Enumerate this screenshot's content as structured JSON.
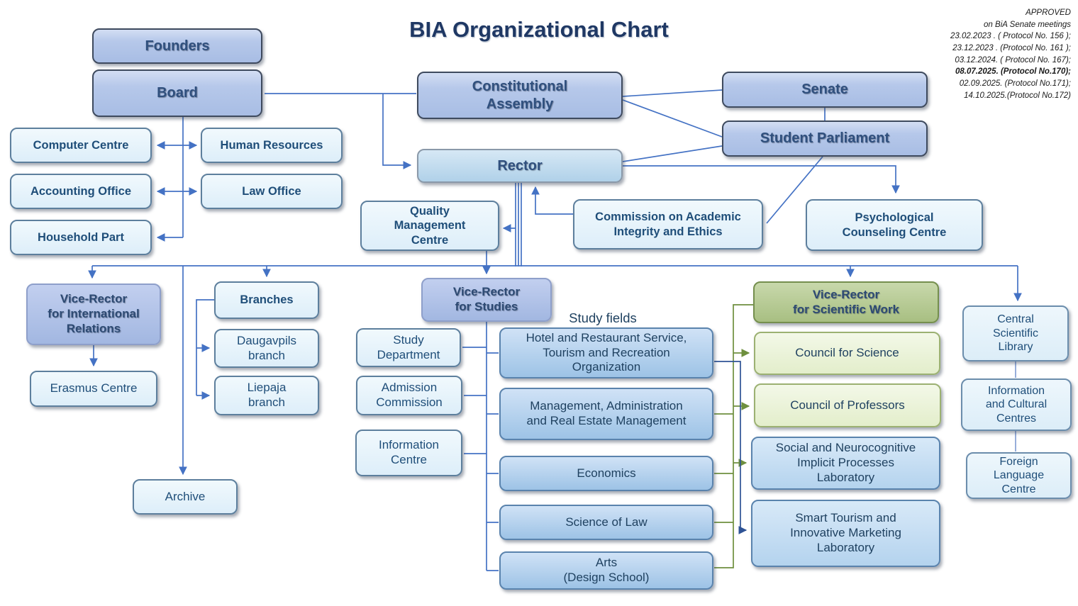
{
  "title": "BIA Organizational Chart",
  "approval": {
    "lines": [
      "APPROVED",
      "on BiA Senate meetings",
      "23.02.2023 . ( Protocol No. 156 );",
      "23.12.2023 . (Protocol No. 161 );",
      "03.12.2024. ( Protocol No. 167);",
      "08.07.2025. (Protocol No.170);",
      "02.09.2025. (Protocol No.171);",
      "14.10.2025.(Protocol No.172)"
    ]
  },
  "study_fields_label": "Study fields",
  "nodes": {
    "founders": {
      "label": "Founders"
    },
    "board": {
      "label": "Board"
    },
    "constitutional_assembly": {
      "label": "Constitutional\nAssembly"
    },
    "senate": {
      "label": "Senate"
    },
    "student_parliament": {
      "label": "Student Parliament"
    },
    "rector": {
      "label": "Rector"
    },
    "computer_centre": {
      "label": "Computer Centre"
    },
    "human_resources": {
      "label": "Human Resources"
    },
    "accounting_office": {
      "label": "Accounting Office"
    },
    "law_office": {
      "label": "Law Office"
    },
    "household_part": {
      "label": "Household Part"
    },
    "quality_management_centre": {
      "label": "Quality\nManagement\nCentre"
    },
    "commission_integrity": {
      "label": "Commission on Academic\nIntegrity and Ethics"
    },
    "psychological_counseling": {
      "label": "Psychological\nCounseling Centre"
    },
    "vr_international": {
      "label": "Vice-Rector\nfor International\nRelations"
    },
    "erasmus_centre": {
      "label": "Erasmus Centre"
    },
    "branches": {
      "label": "Branches"
    },
    "daugavpils_branch": {
      "label": "Daugavpils\nbranch"
    },
    "liepaja_branch": {
      "label": "Liepaja\nbranch"
    },
    "archive": {
      "label": "Archive"
    },
    "vr_studies": {
      "label": "Vice-Rector\nfor Studies"
    },
    "study_department": {
      "label": "Study\nDepartment"
    },
    "admission_commission": {
      "label": "Admission\nCommission"
    },
    "information_centre": {
      "label": "Information\nCentre"
    },
    "hotel_tourism": {
      "label": "Hotel and Restaurant Service,\nTourism and Recreation\nOrganization"
    },
    "management_admin": {
      "label": "Management, Administration\nand Real Estate Management"
    },
    "economics": {
      "label": "Economics"
    },
    "science_of_law": {
      "label": "Science of Law"
    },
    "arts": {
      "label": "Arts\n(Design School)"
    },
    "vr_scientific": {
      "label": "Vice-Rector\nfor Scientific Work"
    },
    "council_science": {
      "label": "Council for Science"
    },
    "council_professors": {
      "label": "Council of Professors"
    },
    "social_lab": {
      "label": "Social and Neurocognitive\nImplicit Processes\nLaboratory"
    },
    "smart_lab": {
      "label": "Smart Tourism and\nInnovative Marketing\nLaboratory"
    },
    "central_library": {
      "label": "Central\nScientific\nLibrary"
    },
    "info_cultural": {
      "label": "Information\nand Cultural\nCentres"
    },
    "foreign_language": {
      "label": "Foreign\nLanguage\nCentre"
    }
  },
  "colors": {
    "line_blue": "#4472c4",
    "line_soft": "#7d9ad1",
    "line_green": "#6e8f3e",
    "line_dark": "#2e5395",
    "title_text": "#1f3864",
    "box_text_navy": "#1f4e79",
    "green_box": "#a8bf82",
    "blue_box": "#a8bde4",
    "field_box": "#9dc3e6"
  }
}
